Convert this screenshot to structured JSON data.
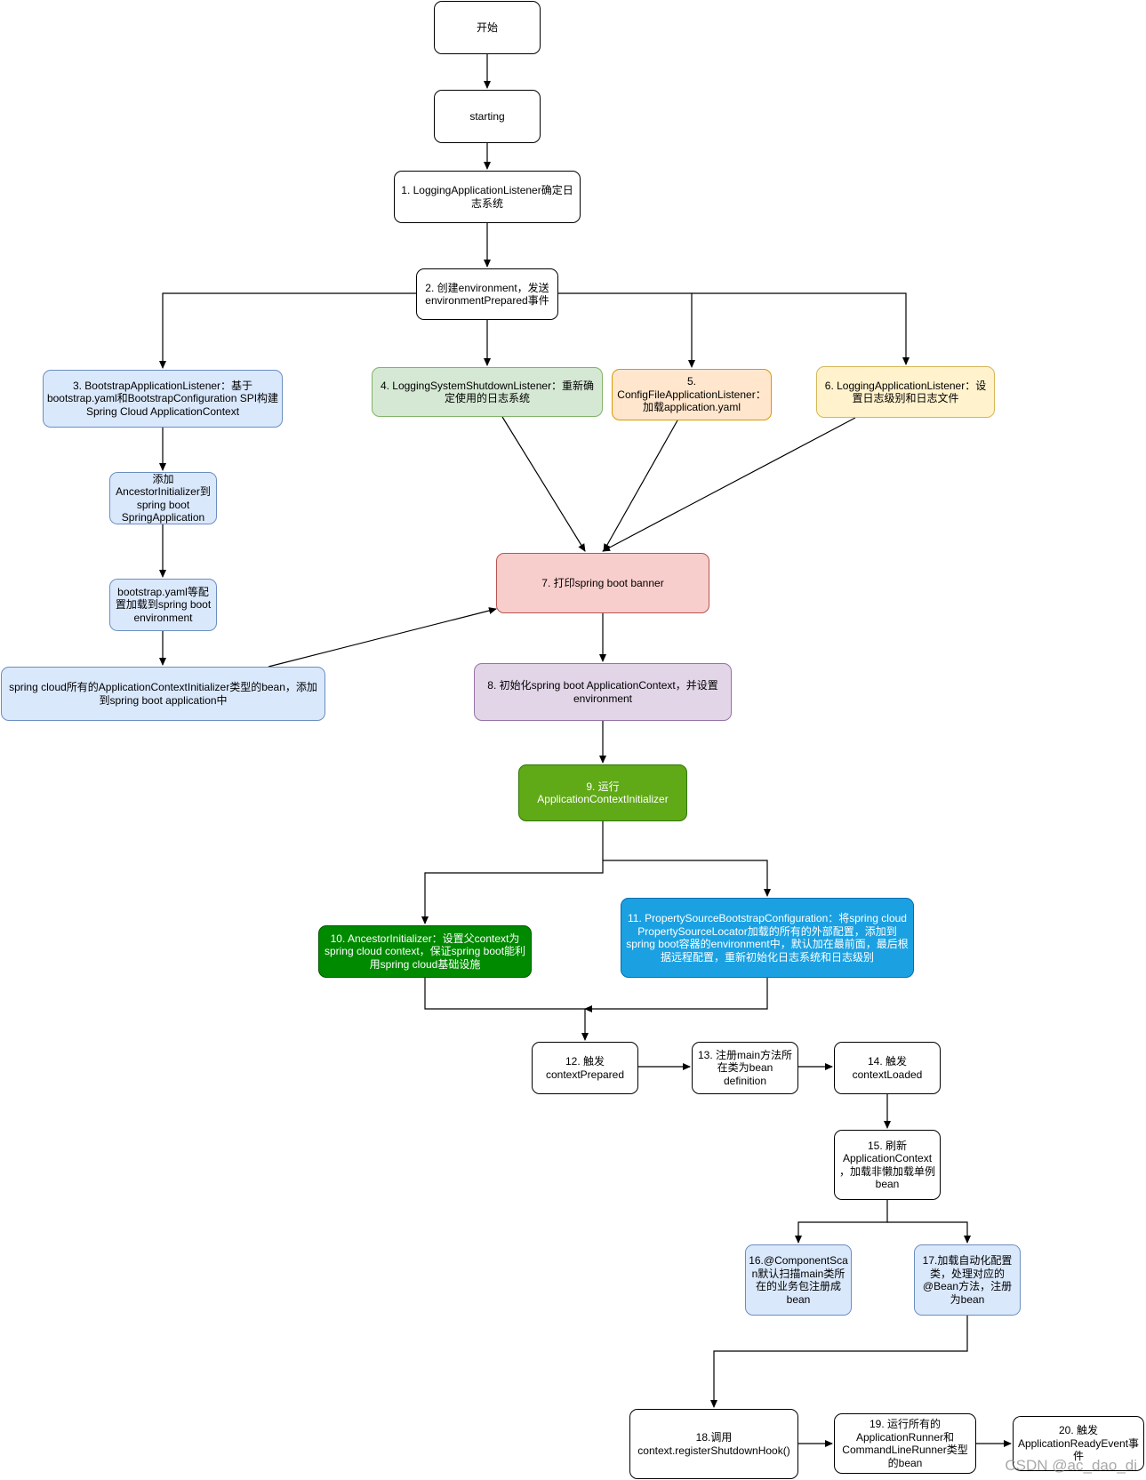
{
  "nodes": {
    "start": "开始",
    "starting": "starting",
    "n1": "1. LoggingApplicationListener确定日志系统",
    "n2": "2. 创建environment，发送environmentPrepared事件",
    "n3": "3. BootstrapApplicationListener：基于bootstrap.yaml和BootstrapConfiguration SPI构建Spring Cloud ApplicationContext",
    "n3a": "添加AncestorInitializer到spring boot SpringApplication",
    "n3b": "bootstrap.yaml等配置加载到spring boot environment",
    "n3c": "spring cloud所有的ApplicationContextInitializer类型的bean，添加到spring boot application中",
    "n4": "4. LoggingSystemShutdownListener：重新确定使用的日志系统",
    "n5": "5. ConfigFileApplicationListener：加载application.yaml",
    "n6": "6. LoggingApplicationListener：设置日志级别和日志文件",
    "n7": "7. 打印spring boot banner",
    "n8": "8. 初始化spring boot ApplicationContext，并设置environment",
    "n9": "9. 运行ApplicationContextInitializer",
    "n10": "10. AncestorInitializer：设置父context为spring cloud context，保证spring boot能利用spring cloud基础设施",
    "n11": "11. PropertySourceBootstrapConfiguration：将spring cloud PropertySourceLocator加载的所有的外部配置，添加到spring boot容器的environment中，默认加在最前面，最后根据远程配置，重新初始化日志系统和日志级别",
    "n12": "12. 触发contextPrepared",
    "n13": "13. 注册main方法所在类为bean definition",
    "n14": "14. 触发contextLoaded",
    "n15": "15. 刷新ApplicationContext，加载非懒加载单例bean",
    "n16": "16.@ComponentScan默认扫描main类所在的业务包注册成bean",
    "n17": "17.加载自动化配置类，处理对应的@Bean方法，注册为bean",
    "n18": "18.调用context.registerShutdownHook()",
    "n19": "19. 运行所有的ApplicationRunner和CommandLineRunner类型的bean",
    "n20": "20. 触发ApplicationReadyEvent事件"
  },
  "watermark": "CSDN @ac_dao_di"
}
